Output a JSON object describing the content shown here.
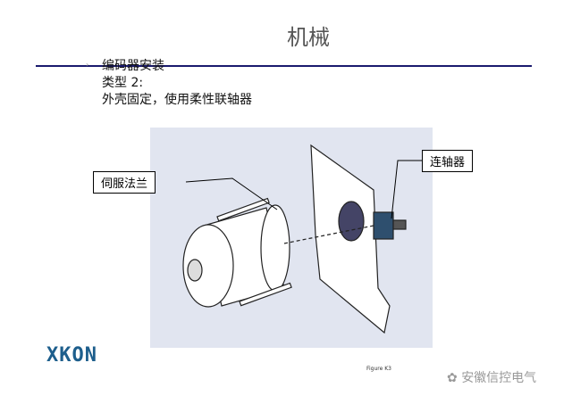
{
  "title": "机械",
  "bullets": [
    "编码器安装",
    "类型 2:",
    "外壳固定，使用柔性联轴器"
  ],
  "callouts": {
    "left": "伺服法兰",
    "right": "连轴器"
  },
  "logo": "XKON",
  "watermark": "安徽信控电气",
  "figure_label": "Figure K3"
}
